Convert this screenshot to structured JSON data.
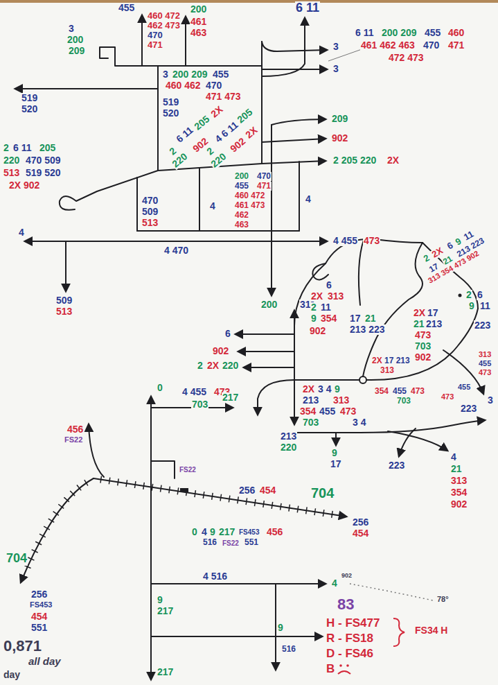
{
  "diagram": {
    "labels": [
      "455",
      "460 472",
      "462 473",
      "470",
      "471",
      "200",
      "461",
      "463",
      "6 11",
      "3",
      "3",
      "6 11",
      "200 209",
      "455",
      "460",
      "461 462 463",
      "470",
      "471",
      "472 473",
      "3",
      "200",
      "209",
      "519",
      "520",
      "3",
      "200 209",
      "455",
      "460 462",
      "470",
      "471 473",
      "519",
      "520",
      "2",
      "6 11",
      "205",
      "2X",
      "220",
      "902",
      "2",
      "4 6 11",
      "205",
      "220",
      "902",
      "2X",
      "209",
      "902",
      "2 205 220",
      "2X",
      "2",
      "6 11",
      "205",
      "220",
      "470 509",
      "513",
      "519 520",
      "2X 902",
      "470",
      "509",
      "513",
      "4",
      "200",
      "470",
      "455",
      "471",
      "460 472",
      "461 473",
      "462",
      "463",
      "4",
      "4 455",
      "473",
      "4 470",
      "4",
      "509",
      "513",
      "200",
      "311",
      "6",
      "902",
      "2",
      "2X",
      "220",
      "4 455",
      "473",
      "703",
      "213",
      "220",
      "2X",
      "3 4",
      "9",
      "213",
      "313",
      "354",
      "455",
      "473",
      "703",
      "9",
      "17",
      "2X",
      "17 213",
      "313",
      "354",
      "455",
      "473",
      "703",
      "3 4",
      "223",
      "4",
      "21",
      "313",
      "354",
      "902",
      "6",
      "2X",
      "313",
      "2",
      "11",
      "9",
      "354",
      "902",
      "17",
      "21",
      "213 223",
      "2",
      "2X",
      "6",
      "9",
      "11",
      "17",
      "21",
      "213 223",
      "313 354 473 902",
      "2",
      "6",
      "9",
      "11",
      "2X",
      "17",
      "21",
      "213",
      "473",
      "703",
      "902",
      "223",
      "313",
      "455",
      "473",
      "455",
      "473",
      "3",
      "223",
      "0",
      "217",
      "456",
      "FS22",
      "FS22",
      "256",
      "454",
      "704",
      "256",
      "454",
      "0",
      "4",
      "9",
      "217",
      "FS453",
      "456",
      "516",
      "FS22",
      "551",
      "704",
      "256",
      "FS453",
      "454",
      "551",
      "4 516",
      "4",
      "902",
      "9",
      "217",
      "9",
      "516",
      "217",
      "83",
      "78°",
      "H - FS477",
      "R - FS18",
      "D - FS46",
      "B",
      "FS34 H",
      "0,871",
      "all day",
      "day"
    ]
  }
}
